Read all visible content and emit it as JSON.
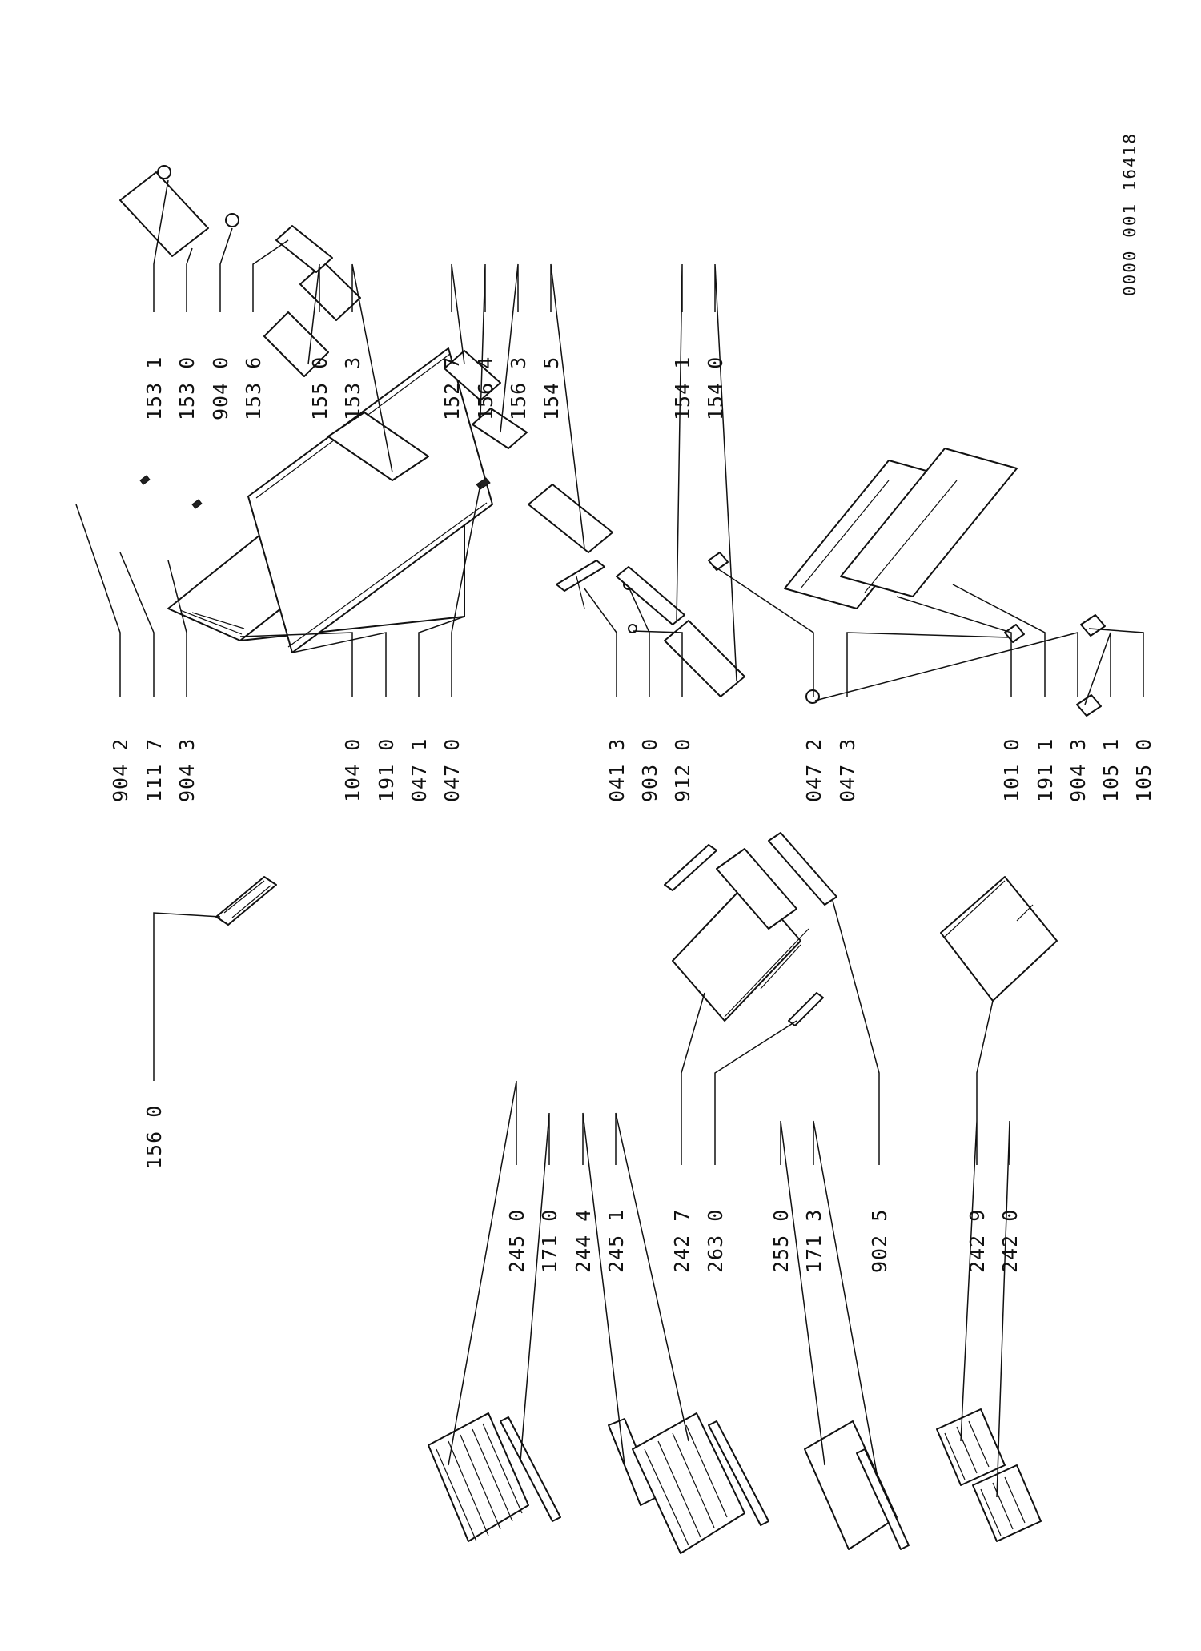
{
  "drawing": {
    "reference": "0000 001 16418"
  },
  "callouts": [
    {
      "label": "156 0"
    },
    {
      "label": "245 0"
    },
    {
      "label": "171 0"
    },
    {
      "label": "244 4"
    },
    {
      "label": "245 1"
    },
    {
      "label": "242 7"
    },
    {
      "label": "263 0"
    },
    {
      "label": "255 0"
    },
    {
      "label": "171 3"
    },
    {
      "label": "902 5"
    },
    {
      "label": "242 9"
    },
    {
      "label": "242 0"
    },
    {
      "label": "904 2"
    },
    {
      "label": "111 7"
    },
    {
      "label": "904 3"
    },
    {
      "label": "104 0"
    },
    {
      "label": "191 0"
    },
    {
      "label": "047 1"
    },
    {
      "label": "047 0"
    },
    {
      "label": "041 3"
    },
    {
      "label": "903 0"
    },
    {
      "label": "912 0"
    },
    {
      "label": "047 2"
    },
    {
      "label": "047 3"
    },
    {
      "label": "101 0"
    },
    {
      "label": "191 1"
    },
    {
      "label": "904 3"
    },
    {
      "label": "105 1"
    },
    {
      "label": "105 0"
    },
    {
      "label": "153 1"
    },
    {
      "label": "153 0"
    },
    {
      "label": "904 0"
    },
    {
      "label": "153 6"
    },
    {
      "label": "155 0"
    },
    {
      "label": "153 3"
    },
    {
      "label": "152 7"
    },
    {
      "label": "156 4"
    },
    {
      "label": "156 3"
    },
    {
      "label": "154 5"
    },
    {
      "label": "154 1"
    },
    {
      "label": "154 0"
    }
  ]
}
